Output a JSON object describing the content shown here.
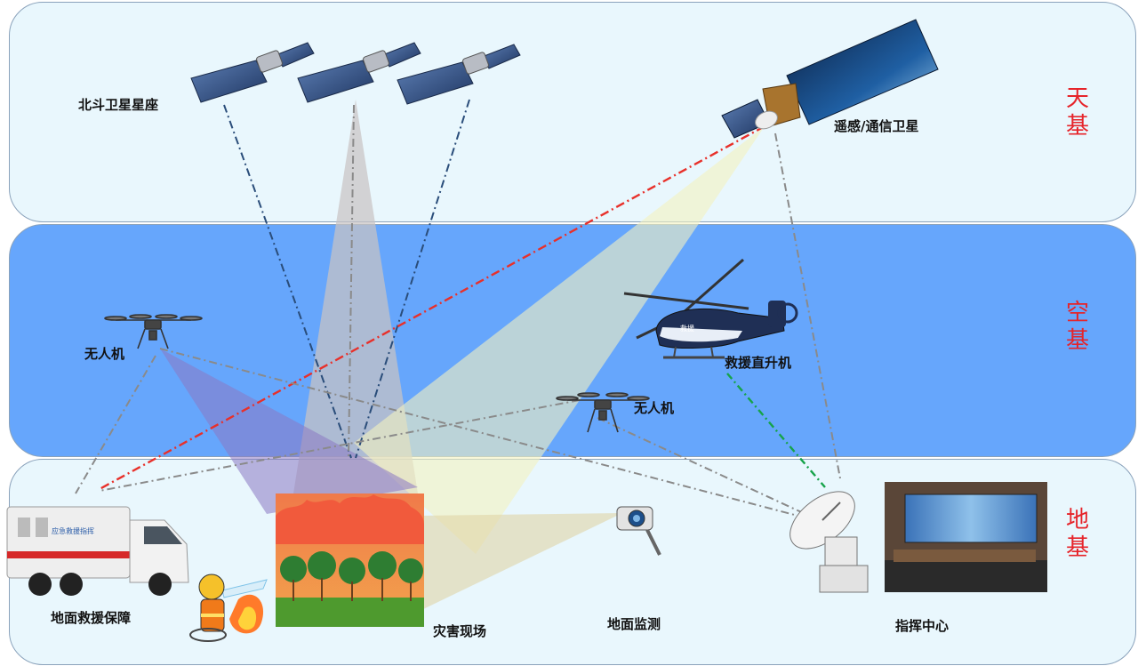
{
  "tiers": {
    "space": {
      "line1": "天",
      "line2": "基"
    },
    "air": {
      "line1": "空",
      "line2": "基"
    },
    "ground": {
      "line1": "地",
      "line2": "基"
    }
  },
  "labels": {
    "beidou": "北斗卫星星座",
    "remote_sat": "遥感/通信卫星",
    "drone_left": "无人机",
    "helicopter": "救援直升机",
    "drone_center": "无人机",
    "ground_vehicle": "地面救援保障",
    "disaster_site": "灾害现场",
    "ground_monitor": "地面监测",
    "command_center": "指挥中心"
  },
  "vehicle_sign": "应急救援指挥",
  "heli_mark": "救援",
  "colors": {
    "tier_label": "#e6242a",
    "sky_band": "#e9f7fd",
    "air_band": "#66a6fc",
    "ground_band": "#e9f7fd",
    "red_link": "#e8302a",
    "green_link": "#16a34a",
    "beidou_link": "#2a4d7a",
    "gray_link": "#8a8a8a"
  }
}
